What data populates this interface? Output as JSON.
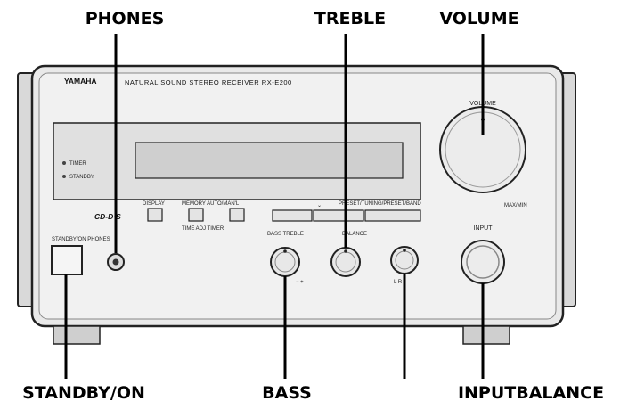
{
  "callouts": {
    "phones": "PHONES",
    "treble": "TREBLE",
    "volume": "VOLUME",
    "standby_on": "STANDBY/ON",
    "bass": "BASS",
    "input_balance": "INPUTBALANCE"
  },
  "device": {
    "brand": "YAMAHA",
    "model_line": "NATURAL SOUND STEREO RECEIVER RX-E200",
    "volume_label": "VOLUME",
    "volume_scale": "MAX/MIN",
    "input_label": "INPUT",
    "indicators": {
      "timer": "TIMER",
      "standby": "STANDBY"
    },
    "logo": "CD-D·S",
    "buttons": {
      "display": "DISPLAY",
      "memory_auto": "MEMORY AUTO/MAN'L",
      "time_adj": "TIME ADJ TIMER",
      "preset_row": "PRESET/TUNING/PRESET/BAND"
    },
    "knob_labels": {
      "standby_phones": "STANDBY/ON PHONES",
      "bass_treble": "BASS TREBLE",
      "balance": "BALANCE"
    },
    "scale_marks": {
      "minus_plus": "−  +",
      "left_right": "L     R"
    }
  }
}
